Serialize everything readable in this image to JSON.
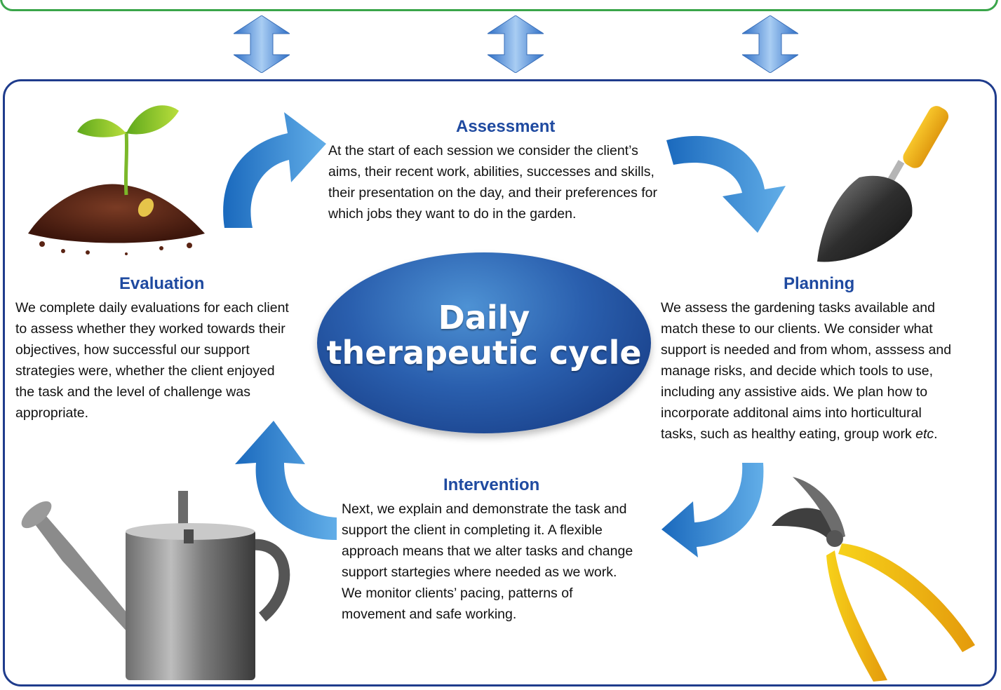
{
  "center": {
    "line1": "Daily",
    "line2": "therapeutic cycle"
  },
  "stages": {
    "assessment": {
      "title": "Assessment",
      "lines": [
        "At the start of each session we consider the client’s",
        "aims, their recent work, abilities, successes and skills,",
        "their presentation on the day, and their preferences for",
        "which jobs they want to do in the garden."
      ]
    },
    "planning": {
      "title": "Planning",
      "lines": [
        "We assess the gardening tasks available and",
        "match these to our clients. We consider what",
        "support is needed and from whom, asssess and",
        "manage risks, and decide which tools to use,",
        "including any assistive aids. We plan how to",
        "incorporate additonal aims into horticultural"
      ],
      "last_line_prefix": "tasks, such as healthy eating, group work ",
      "last_line_italic": "etc",
      "last_line_suffix": "."
    },
    "intervention": {
      "title": "Intervention",
      "lines": [
        "Next, we explain and demonstrate the task and",
        "support the client in completing it. A flexible",
        "approach means that we alter tasks and change",
        "support startegies where needed as we work.",
        "We monitor clients’ pacing, patterns of",
        "movement and safe working."
      ]
    },
    "evaluation": {
      "title": "Evaluation",
      "lines": [
        "We complete daily evaluations for each client",
        "to assess whether they worked towards their",
        "objectives, how successful our support",
        "strategies were, whether the client enjoyed",
        "the task and the level of challenge was",
        "appropriate."
      ]
    }
  },
  "icons": {
    "seedling": "seedling-in-soil-icon",
    "trowel": "trowel-icon",
    "watering_can": "watering-can-icon",
    "secateurs": "secateurs-icon"
  },
  "colors": {
    "heading": "#1f4aa0",
    "frame": "#1f3c8c",
    "top_bar": "#3aa54a",
    "arrow": "#2f86d4"
  }
}
